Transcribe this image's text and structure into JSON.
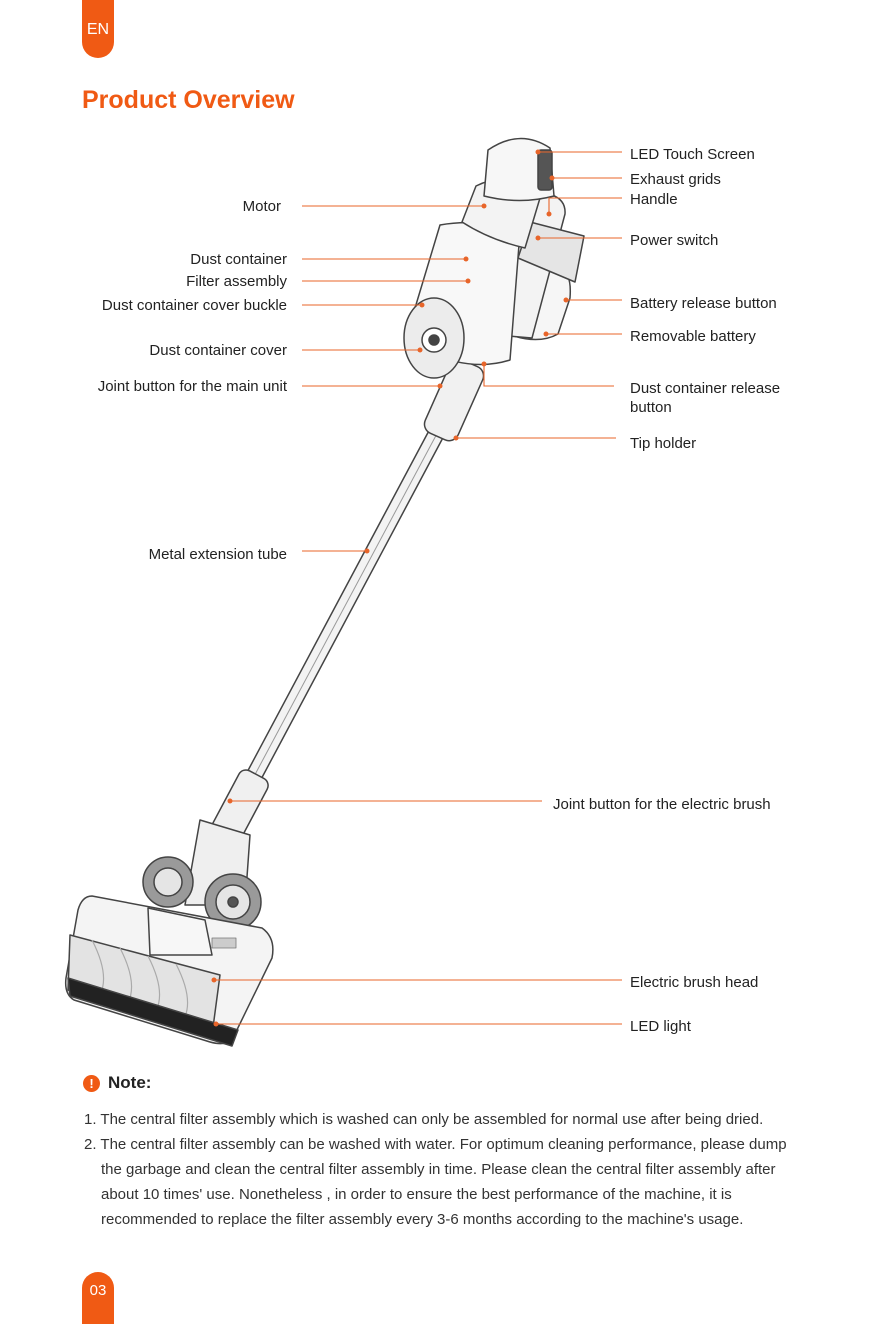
{
  "header": {
    "lang_tab": "EN",
    "title": "Product Overview"
  },
  "labels": {
    "motor": "Motor",
    "dust_container": "Dust container",
    "filter_assembly": "Filter assembly",
    "cover_buckle": "Dust container cover buckle",
    "cover": "Dust container cover",
    "joint_main": "Joint button for the main unit",
    "extension_tube": "Metal extension tube",
    "led_screen": "LED Touch Screen",
    "exhaust": "Exhaust grids",
    "handle": "Handle",
    "power": "Power switch",
    "battery_release": "Battery release button",
    "battery": "Removable battery",
    "container_release": "Dust container release button",
    "tip_holder": "Tip holder",
    "joint_brush": "Joint button for the electric brush",
    "brush_head": "Electric brush head",
    "led_light": "LED light"
  },
  "note": {
    "icon": "exclamation-icon",
    "label": "Note:",
    "items": [
      "1. The central filter assembly which is washed can only be assembled for normal use after being dried.",
      "2. The central filter assembly can be washed with water. For optimum cleaning performance, please dump the garbage and clean the central filter assembly in time. Please clean the central filter assembly after about 10 times' use. Nonetheless , in order to ensure the best performance of the machine, it is recommended to replace the filter assembly every 3-6 months according to the machine's usage."
    ]
  },
  "footer": {
    "page_number": "03"
  },
  "colors": {
    "accent": "#f05a14",
    "leader": "#e8652a"
  }
}
